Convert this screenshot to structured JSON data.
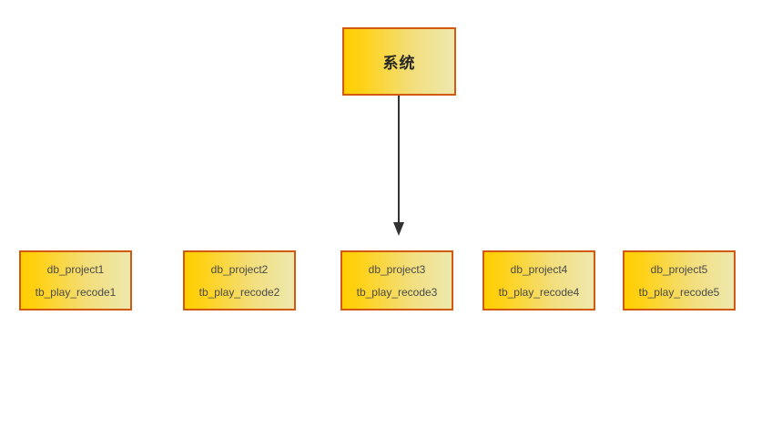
{
  "diagram": {
    "type": "flow-diagram",
    "background_color": "#ffffff",
    "node_border_color": "#D2590F",
    "node_fill_start": "#FFCD00",
    "node_fill_end": "#EDE8AE",
    "connector_color": "#333333",
    "root": {
      "label": "系统"
    },
    "nodes": [
      {
        "db": "db_project1",
        "table": "tb_play_recode1"
      },
      {
        "db": "db_project2",
        "table": "tb_play_recode2"
      },
      {
        "db": "db_project3",
        "table": "tb_play_recode3"
      },
      {
        "db": "db_project4",
        "table": "tb_play_recode4"
      },
      {
        "db": "db_project5",
        "table": "tb_play_recode5"
      }
    ],
    "connectors": [
      {
        "from": "系统",
        "to": "db_project3",
        "style": "solid-arrow"
      }
    ]
  }
}
